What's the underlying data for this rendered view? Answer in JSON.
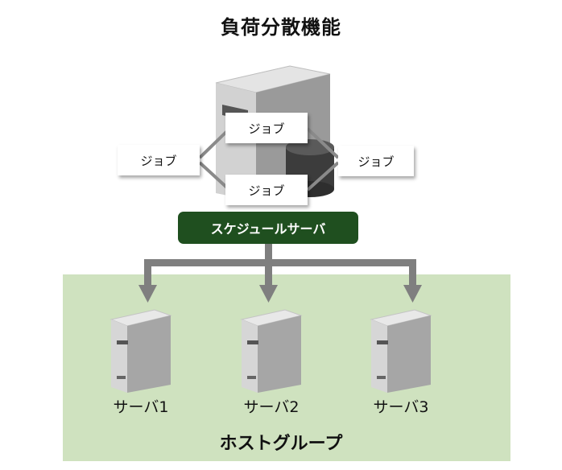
{
  "title": "負荷分散機能",
  "jobs": [
    "ジョブ",
    "ジョブ",
    "ジョブ",
    "ジョブ"
  ],
  "scheduler_label": "スケジュールサーバ",
  "servers": [
    {
      "label": "サーバ1"
    },
    {
      "label": "サーバ2"
    },
    {
      "label": "サーバ3"
    }
  ],
  "host_group_label": "ホストグループ",
  "colors": {
    "host_group_bg": "#cfe2bf",
    "scheduler_bg": "#1f4f1f",
    "arrow": "#7f7f7f"
  }
}
